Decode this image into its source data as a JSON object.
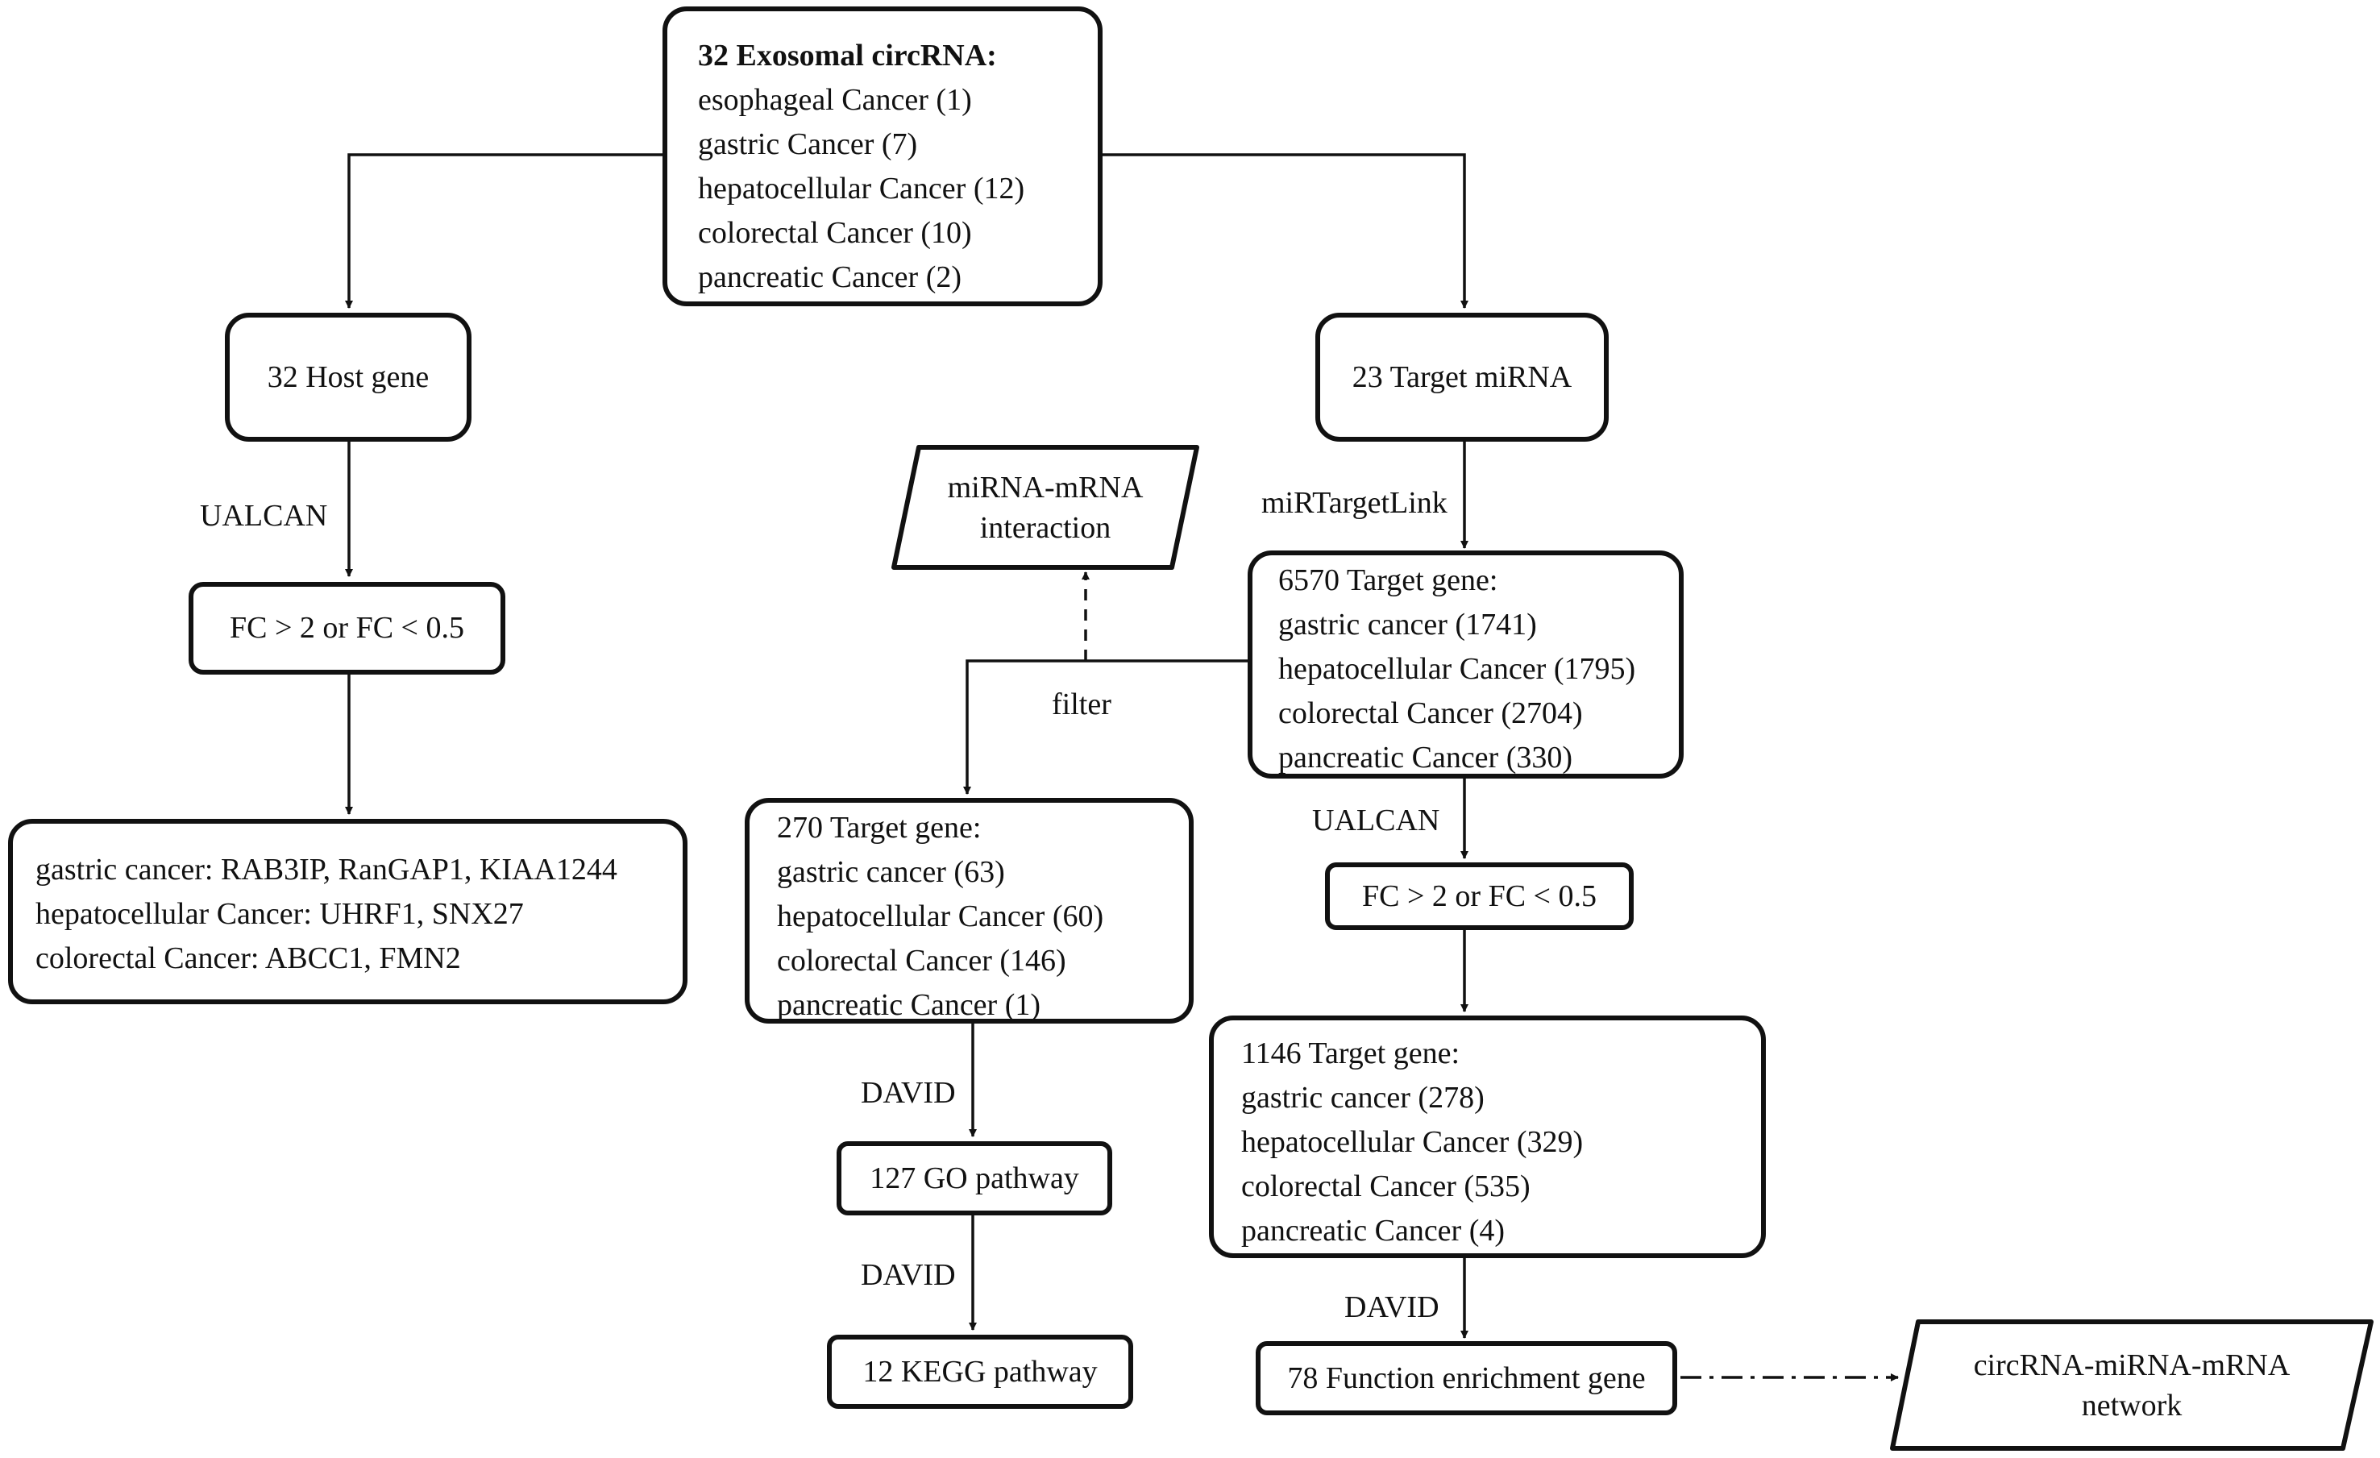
{
  "nodes": {
    "source": {
      "title": "32 Exosomal circRNA:",
      "lines": [
        "esophageal Cancer (1)",
        "gastric Cancer (7)",
        "hepatocellular Cancer (12)",
        "colorectal Cancer  (10)",
        "pancreatic Cancer (2)"
      ]
    },
    "host_gene": {
      "label": "32 Host gene"
    },
    "target_mirna": {
      "label": "23 Target miRNA"
    },
    "fc_left": {
      "label": "FC > 2 or FC < 0.5"
    },
    "host_result": {
      "lines": [
        "gastric cancer: RAB3IP, RanGAP1, KIAA1244",
        "hepatocellular Cancer: UHRF1, SNX27",
        "colorectal Cancer: ABCC1, FMN2"
      ]
    },
    "mirna_mrna": {
      "lines": [
        "miRNA-mRNA",
        "interaction"
      ]
    },
    "target_6570": {
      "lines": [
        "6570 Target gene:",
        "gastric cancer (1741)",
        "hepatocellular Cancer (1795)",
        "colorectal Cancer  (2704)",
        "pancreatic Cancer (330)"
      ]
    },
    "target_270": {
      "lines": [
        "270 Target gene:",
        "gastric cancer (63)",
        "hepatocellular Cancer (60)",
        "colorectal Cancer  (146)",
        "pancreatic Cancer (1)"
      ]
    },
    "fc_right": {
      "label": "FC > 2 or FC < 0.5"
    },
    "target_1146": {
      "lines": [
        "1146 Target gene:",
        "gastric cancer (278)",
        "hepatocellular Cancer (329)",
        "colorectal Cancer  (535)",
        "pancreatic Cancer (4)"
      ]
    },
    "go_pathway": {
      "label": "127 GO pathway"
    },
    "kegg_pathway": {
      "label": "12 KEGG pathway"
    },
    "function_enrichment": {
      "label": "78 Function enrichment gene"
    },
    "network": {
      "lines": [
        "circRNA-miRNA-mRNA",
        "network"
      ]
    }
  },
  "edge_labels": {
    "ualcan_left": "UALCAN",
    "mirtargetlink": "miRTargetLink",
    "filter": "filter",
    "ualcan_right": "UALCAN",
    "david_go": "DAVID",
    "david_kegg": "DAVID",
    "david_right": "DAVID"
  }
}
